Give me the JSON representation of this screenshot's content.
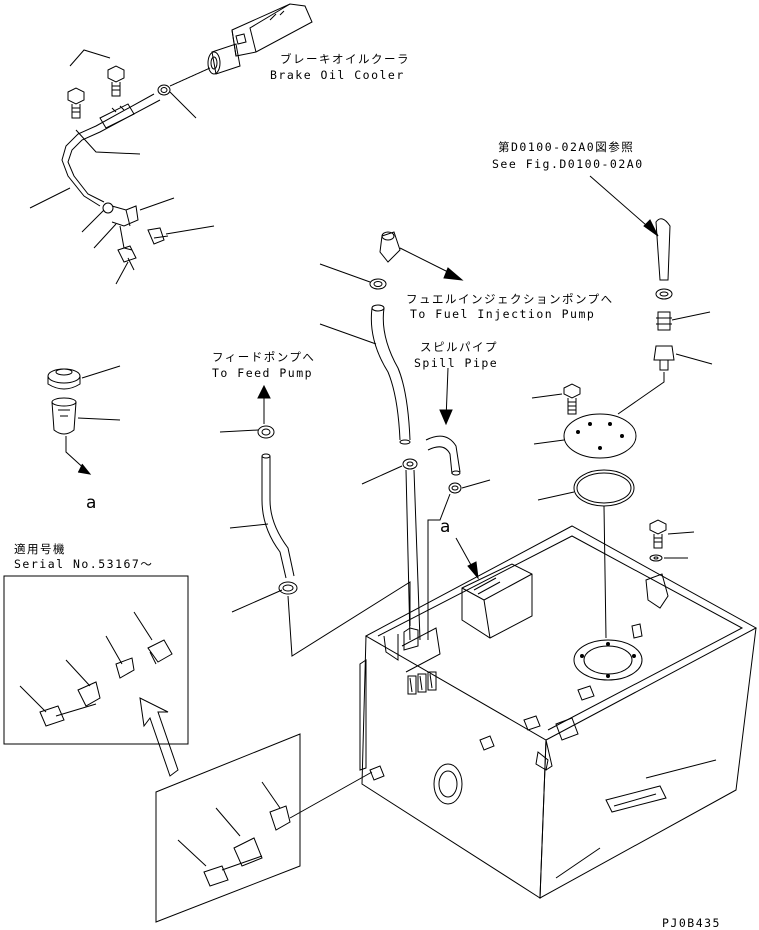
{
  "labels": {
    "brake_oil_cooler_jp": "ブレーキオイルクーラ",
    "brake_oil_cooler_en": "Brake Oil Cooler",
    "see_fig_jp": "第D0100-02A0図参照",
    "see_fig_en": "See Fig.D0100-02A0",
    "fuel_injection_jp": "フュエルインジェクションポンプへ",
    "fuel_injection_en": "To Fuel Injection Pump",
    "spill_pipe_jp": "スピルパイプ",
    "spill_pipe_en": "Spill Pipe",
    "feed_pump_jp": "フィードポンプへ",
    "feed_pump_en": "To Feed Pump",
    "serial_jp": "適用号機",
    "serial_en": "Serial No.53167～",
    "ref_a_left": "a",
    "ref_a_tank": "a",
    "drawing_code": "PJ0B435"
  }
}
